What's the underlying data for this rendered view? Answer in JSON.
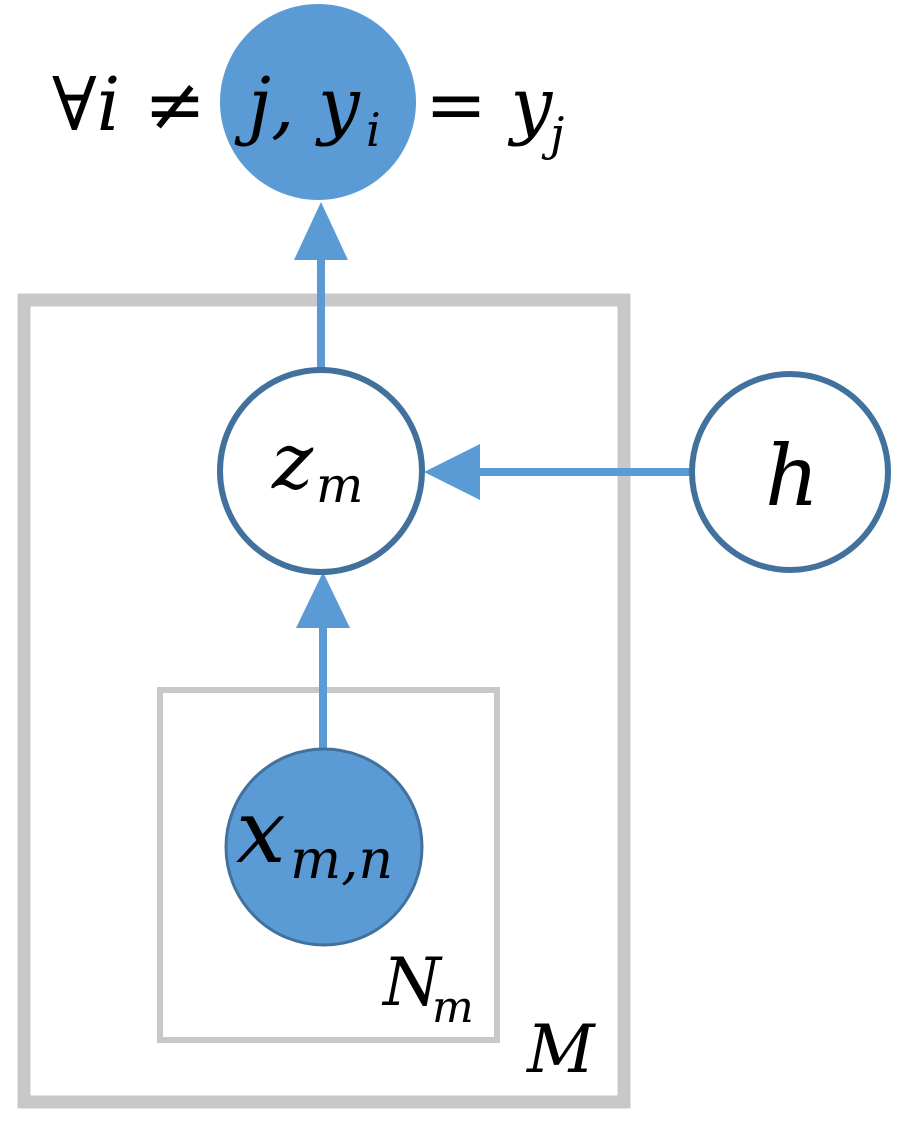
{
  "colors": {
    "observed_fill": "#5b9bd5",
    "node_stroke": "#41719c",
    "edge": "#5b9bd5",
    "plate": "#c8c8c8",
    "latent_fill": "#ffffff"
  },
  "nodes": {
    "y": {
      "label": "∀i ≠ j, y_i = y_j",
      "observed": true
    },
    "z": {
      "label": "z_m",
      "observed": false
    },
    "h": {
      "label": "h",
      "observed": false
    },
    "x": {
      "label": "x_{m,n}",
      "observed": true
    }
  },
  "text": {
    "constraint_forall_i": "∀i ≠",
    "constraint_j_y": "j, y",
    "constraint_i_sub": "i",
    "constraint_eq_y": "= y",
    "constraint_j_sub": "j",
    "z_main": "z",
    "z_sub": "m",
    "h_main": "h",
    "x_main": "x",
    "x_sub": "m,n"
  },
  "plates": {
    "outer": {
      "label_main": "M"
    },
    "inner": {
      "label_main": "N",
      "label_sub": "m"
    }
  },
  "edges": [
    {
      "from": "z",
      "to": "y"
    },
    {
      "from": "h",
      "to": "z"
    },
    {
      "from": "x",
      "to": "z"
    }
  ]
}
